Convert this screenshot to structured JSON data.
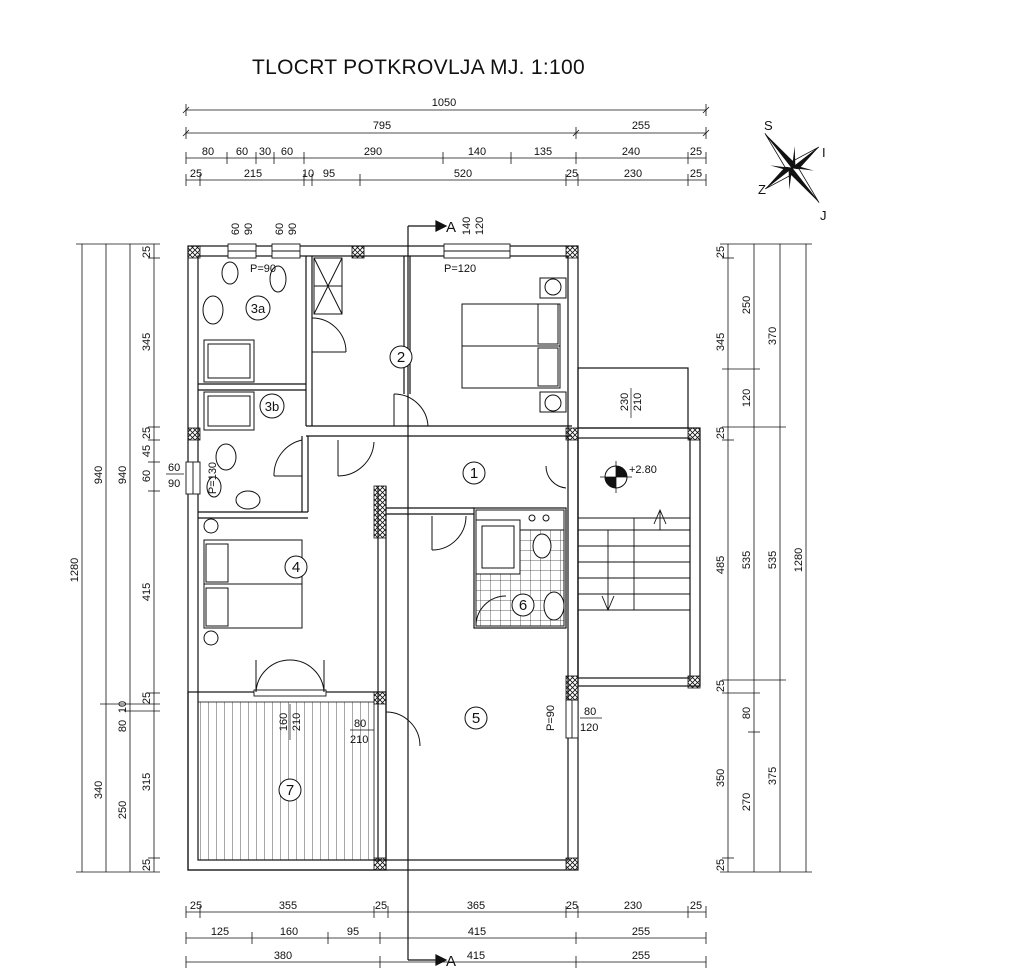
{
  "title": "TLOCRT POTKROVLJA MJ. 1:100",
  "compass": {
    "s": "S",
    "i": "I",
    "z": "Z",
    "j": "J"
  },
  "rooms": [
    "1",
    "2",
    "3a",
    "3b",
    "4",
    "5",
    "6",
    "7"
  ],
  "level_mark": "+2.80",
  "section": {
    "label": "A"
  },
  "labels": {
    "p90": "P=90",
    "p120": "P=120",
    "p130": "P=130",
    "p90b": "P=90",
    "w60a": "60",
    "w90a": "90",
    "w60b": "60",
    "w90b": "90",
    "w140": "140",
    "w120": "120",
    "wl60": "60",
    "wl90": "90",
    "door160": "160",
    "door210": "210",
    "d80a": "80",
    "d210a": "210",
    "d80b": "80",
    "d120b": "120",
    "st230": "230",
    "st210": "210"
  },
  "top_dims": {
    "row1": [
      "1050"
    ],
    "row2": [
      "795",
      "255"
    ],
    "row3": [
      "80",
      "60",
      "30",
      "60",
      "290",
      "140",
      "135",
      "240",
      "25"
    ],
    "row4": [
      "25",
      "215",
      "10",
      "95",
      "520",
      "25",
      "230",
      "25"
    ]
  },
  "bottom_dims": {
    "row1": [
      "25",
      "355",
      "25",
      "365",
      "25",
      "230",
      "25"
    ],
    "row2": [
      "125",
      "160",
      "95",
      "415",
      "255"
    ],
    "row3": [
      "380",
      "415",
      "255"
    ]
  },
  "left_dims": {
    "col1": [
      "1280"
    ],
    "col2": [
      "940",
      "340"
    ],
    "col3": [
      "940",
      "80",
      "250"
    ],
    "col4": [
      "25",
      "345",
      "25",
      "45",
      "60",
      "415",
      "25",
      "10",
      "315",
      "25"
    ]
  },
  "right_dims": {
    "col1": [
      "25",
      "345",
      "120",
      "25",
      "485",
      "25",
      "350",
      "25"
    ],
    "col2": [
      "250",
      "535",
      "80",
      "270"
    ],
    "col3": [
      "370",
      "535",
      "375"
    ],
    "col4": [
      "1280"
    ]
  }
}
